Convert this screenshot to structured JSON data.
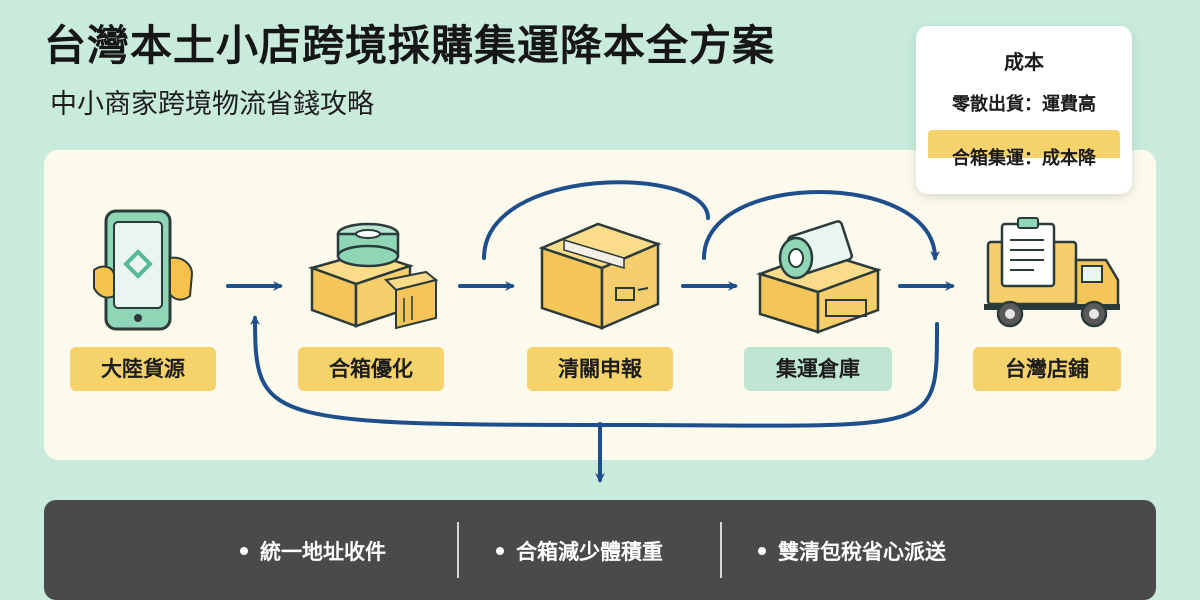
{
  "header": {
    "title": "台灣本土小店跨境採購集運降本全方案",
    "subtitle": "中小商家跨境物流省錢攻略"
  },
  "cost_card": {
    "title": "成本",
    "row1": "零散出貨：運費高",
    "row2": "合箱集運：成本降"
  },
  "steps": [
    {
      "label": "大陸貨源",
      "icon": "smartphone-icon"
    },
    {
      "label": "合箱優化",
      "icon": "combined-boxes-icon"
    },
    {
      "label": "清關申報",
      "icon": "cardboard-box-icon"
    },
    {
      "label": "集運倉庫",
      "icon": "warehouse-box-icon"
    },
    {
      "label": "台灣店鋪",
      "icon": "delivery-truck-icon"
    }
  ],
  "benefits": [
    "統一地址收件",
    "合箱減少體積重",
    "雙清包稅省心派送"
  ],
  "colors": {
    "background": "#c8ebdc",
    "panel": "#fbfaec",
    "accent_yellow": "#f6d36a",
    "accent_green": "#bfe6d3",
    "arrow_blue": "#1f4e8c",
    "bottom_bar": "#4a4a4a"
  }
}
